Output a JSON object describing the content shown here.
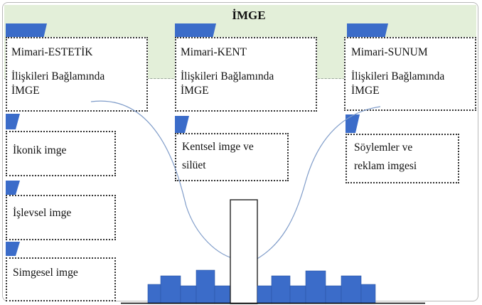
{
  "title": "İMGE",
  "columns": [
    {
      "header_lines": [
        "Mimari-ESTETİK",
        "",
        "İlişkileri Bağlamında",
        "İMGE"
      ],
      "items": [
        [
          "İkonik imge"
        ],
        [
          "İşlevsel imge"
        ],
        [
          "Simgesel imge"
        ]
      ]
    },
    {
      "header_lines": [
        "Mimari-KENT",
        "",
        "İlişkileri Bağlamında",
        "İMGE"
      ],
      "items": [
        [
          "Kentsel imge ve",
          "silüet"
        ]
      ]
    },
    {
      "header_lines": [
        "Mimari-SUNUM",
        "",
        "İlişkileri Bağlamında",
        "İMGE"
      ],
      "items": [
        [
          "Söylemler ve",
          "reklam imgesi"
        ]
      ]
    }
  ],
  "colors": {
    "band": "#e3efd9",
    "tab": "#3b6cc9",
    "skyline": "#3b6cc9",
    "curve": "#7f9cc9"
  }
}
